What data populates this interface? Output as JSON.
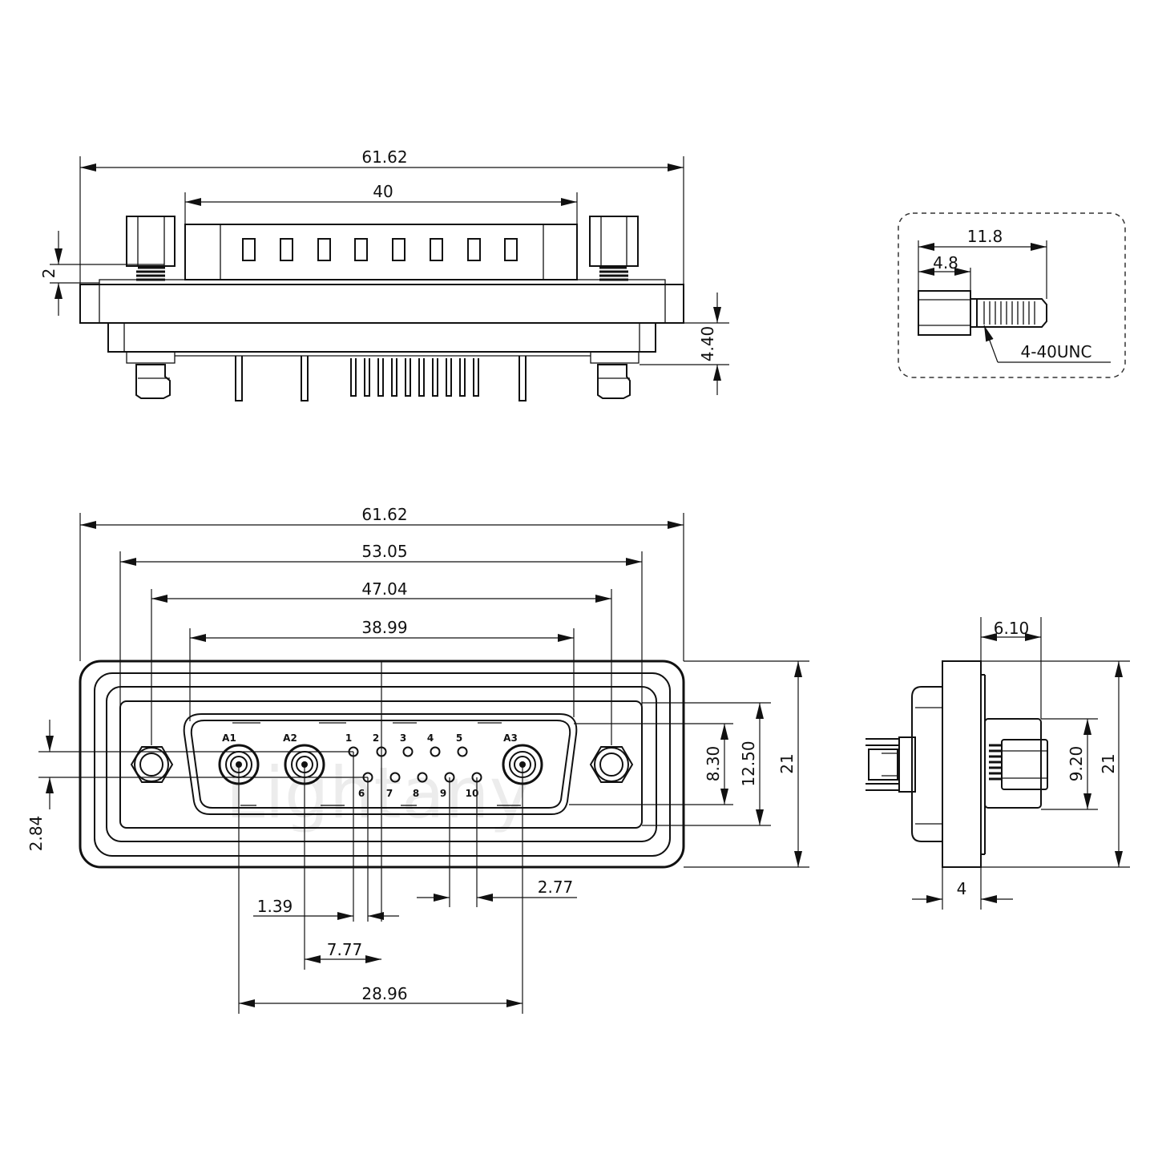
{
  "top_view": {
    "overall_width": "61.62",
    "mating_width": "40",
    "standoff_gap": "2",
    "pin_height": "4.40"
  },
  "screw_detail": {
    "total_length": "11.8",
    "hex_length": "4.8",
    "thread": "4-40UNC"
  },
  "front_view": {
    "overall_width": "61.62",
    "mount_hole_spacing": "53.05",
    "screw_spacing": "47.04",
    "shell_width": "38.99",
    "row_spacing": "8.30",
    "shell_height": "12.50",
    "overall_height": "21",
    "coax_offset": "2.84",
    "signal_pin_offset": "1.39",
    "pin_pitch": "2.77",
    "coax_a1_a2_pitch": "7.77",
    "coax_a1_a3_pitch": "28.96",
    "coax_labels": [
      "A1",
      "A2",
      "A3"
    ],
    "signal_labels": [
      "1",
      "2",
      "3",
      "4",
      "5",
      "6",
      "7",
      "8",
      "9",
      "10"
    ]
  },
  "side_view": {
    "flange_to_screw": "6.10",
    "screw_height": "9.20",
    "overall_height": "21",
    "flange_thickness": "4"
  },
  "watermark": "Lightany"
}
